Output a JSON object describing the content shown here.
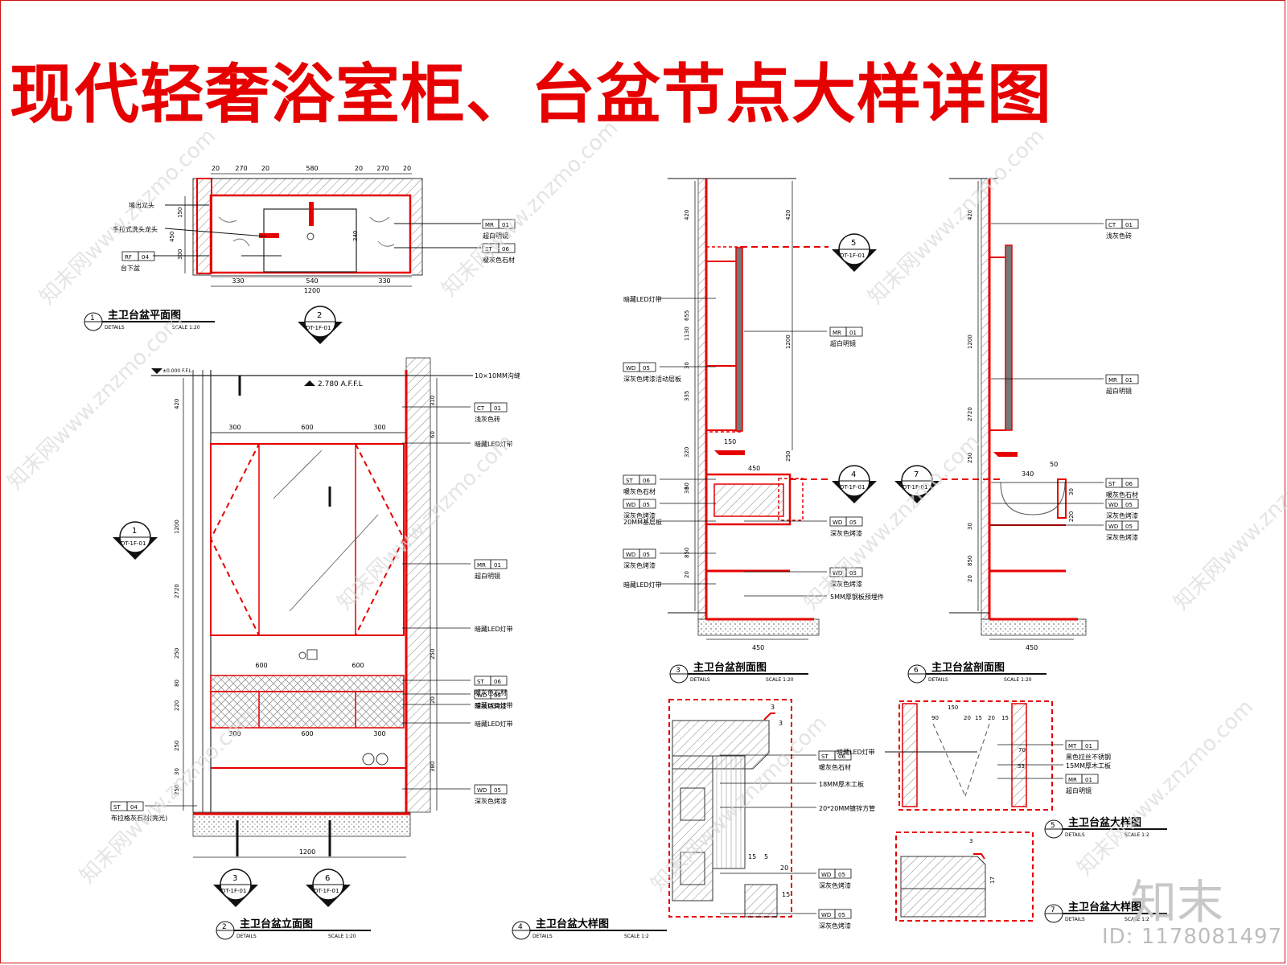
{
  "title": "现代轻奢浴室柜、台盆节点大样详图",
  "brand": "知末",
  "id_label": "ID: 1178081497",
  "watermark": "知末网www.znzmo.com",
  "colors": {
    "red": "#e60000",
    "dark": "#111111",
    "hatch": "#888888"
  },
  "views": [
    {
      "num": "1",
      "title": "主卫台盆平面图",
      "details": "DETAILS",
      "scale": "SCALE 1:20"
    },
    {
      "num": "2",
      "title": "主卫台盆立面图",
      "details": "DETAILS",
      "scale": "SCALE 1:20"
    },
    {
      "num": "3",
      "title": "主卫台盆剖面图",
      "details": "DETAILS",
      "scale": "SCALE 1:20"
    },
    {
      "num": "4",
      "title": "主卫台盆大样图",
      "details": "DETAILS",
      "scale": "SCALE 1:2"
    },
    {
      "num": "5",
      "title": "主卫台盆大样图",
      "details": "DETAILS",
      "scale": "SCALE 1:2"
    },
    {
      "num": "6",
      "title": "主卫台盆剖面图",
      "details": "DETAILS",
      "scale": "SCALE 1:20"
    },
    {
      "num": "7",
      "title": "主卫台盆大样图",
      "details": "DETAILS",
      "scale": "SCALE 1:2"
    }
  ],
  "callouts": {
    "c2": {
      "num": "2",
      "ref": "DT-1F-01"
    },
    "c1": {
      "num": "1",
      "ref": "DT-1F-01"
    },
    "c3": {
      "num": "3",
      "ref": "DT-1F-01"
    },
    "c6": {
      "num": "6",
      "ref": "DT-1F-01"
    },
    "c5": {
      "num": "5",
      "ref": "DT-1F-01"
    },
    "c4": {
      "num": "4",
      "ref": "DT-1F-01"
    },
    "c7": {
      "num": "7",
      "ref": "DT-1F-01"
    }
  },
  "plan": {
    "dims_top": [
      "20",
      "270",
      "20",
      "580",
      "20",
      "270",
      "20"
    ],
    "dims_bottom": [
      "330",
      "540",
      "330"
    ],
    "dim_total": "1200",
    "dims_left": [
      "150",
      "450",
      "300"
    ],
    "dim_right": "340",
    "labels": [
      "墙出龙头",
      "手拉式洗头龙头",
      "台下盆"
    ],
    "tags": [
      {
        "code": "MR",
        "num": "01",
        "text": "超白明镜"
      },
      {
        "code": "ST",
        "num": "06",
        "text": "暖灰色石材"
      },
      {
        "code": "RF",
        "num": "04",
        "text": ""
      }
    ]
  },
  "elevation": {
    "level": "2.780 A.F.F.L",
    "level_left": "±0.000 F.F.L",
    "dims_left": [
      "420",
      "1200",
      "2720",
      "250",
      "80",
      "220",
      "250",
      "30",
      "250"
    ],
    "dims_right": [
      "310",
      "60",
      "250",
      "20",
      "380"
    ],
    "dims_h1": [
      "300",
      "600",
      "300"
    ],
    "dims_h2": [
      "600",
      "600"
    ],
    "dims_h3": [
      "300",
      "600",
      "300"
    ],
    "dim_total": "1200",
    "text_top": "10×10MM沟缝",
    "tags": [
      {
        "code": "CT",
        "num": "01",
        "text": "浅灰色砖"
      },
      {
        "code": "",
        "num": "",
        "text": "暗藏LED灯带"
      },
      {
        "code": "MR",
        "num": "01",
        "text": "超白明镜"
      },
      {
        "code": "",
        "num": "",
        "text": "暗藏LED灯带"
      },
      {
        "code": "ST",
        "num": "06",
        "text": "暖灰色石材"
      },
      {
        "code": "WD",
        "num": "05",
        "text": "深灰色烤漆"
      },
      {
        "code": "",
        "num": "",
        "text": "暗藏LED灯带"
      },
      {
        "code": "",
        "num": "",
        "text": "暗藏LED灯带"
      },
      {
        "code": "WD",
        "num": "05",
        "text": "深灰色烤漆"
      }
    ],
    "bottom_tag": {
      "code": "ST",
      "num": "04",
      "text": "布拉格灰石材(亮光)"
    }
  },
  "section3": {
    "dims": [
      "420",
      "1130",
      "655",
      "30",
      "335",
      "320",
      "450",
      "60",
      "33",
      "850",
      "20",
      "150",
      "450"
    ],
    "dims_right": [
      "420",
      "1200",
      "250"
    ],
    "left_tags": [
      {
        "code": "",
        "num": "",
        "text": "暗藏LED灯带"
      },
      {
        "code": "WD",
        "num": "05",
        "text": "深灰色烤漆活动层板"
      },
      {
        "code": "ST",
        "num": "06",
        "text": "暖灰色石材"
      },
      {
        "code": "WD",
        "num": "05",
        "text": "深灰色烤漆"
      },
      {
        "code": "",
        "num": "",
        "text": "20MM基层板"
      },
      {
        "code": "WD",
        "num": "05",
        "text": "深灰色烤漆"
      },
      {
        "code": "",
        "num": "",
        "text": "暗藏LED灯带"
      }
    ],
    "right_tags": [
      {
        "code": "MR",
        "num": "01",
        "text": "超白明镜"
      },
      {
        "code": "WD",
        "num": "05",
        "text": "深灰色烤漆"
      },
      {
        "code": "WD",
        "num": "05",
        "text": "深灰色烤漆"
      },
      {
        "code": "",
        "num": "",
        "text": "5MM厚钢板预埋件"
      }
    ]
  },
  "section6": {
    "dims": [
      "420",
      "1200",
      "2720",
      "250",
      "850",
      "30",
      "20",
      "450",
      "340",
      "50",
      "30",
      "220"
    ],
    "right_tags": [
      {
        "code": "CT",
        "num": "01",
        "text": "浅灰色砖"
      },
      {
        "code": "MR",
        "num": "01",
        "text": "超白明镜"
      },
      {
        "code": "ST",
        "num": "06",
        "text": "暖灰色石材"
      },
      {
        "code": "WD",
        "num": "05",
        "text": "深灰色烤漆"
      },
      {
        "code": "WD",
        "num": "05",
        "text": "深灰色烤漆"
      }
    ]
  },
  "detail4": {
    "dims": [
      "3",
      "3",
      "15",
      "5",
      "20",
      "15"
    ],
    "tags": [
      {
        "code": "ST",
        "num": "06",
        "text": "暖灰色石材"
      },
      {
        "code": "",
        "num": "",
        "text": "18MM厚木工板"
      },
      {
        "code": "",
        "num": "",
        "text": "20*20MM镀锌方管"
      },
      {
        "code": "WD",
        "num": "05",
        "text": "深灰色烤漆"
      },
      {
        "code": "WD",
        "num": "05",
        "text": "深灰色烤漆"
      }
    ]
  },
  "detail5": {
    "dims": [
      "150",
      "90",
      "20",
      "15",
      "20",
      "15",
      "70",
      "33"
    ],
    "left_text": "暗藏LED灯带",
    "tags": [
      {
        "code": "MT",
        "num": "01",
        "text": "黑色拉丝不锈钢"
      },
      {
        "code": "",
        "num": "",
        "text": "15MM厚木工板"
      },
      {
        "code": "MR",
        "num": "01",
        "text": "超白明镜"
      }
    ]
  },
  "detail7": {
    "dims": [
      "3",
      "17"
    ]
  }
}
